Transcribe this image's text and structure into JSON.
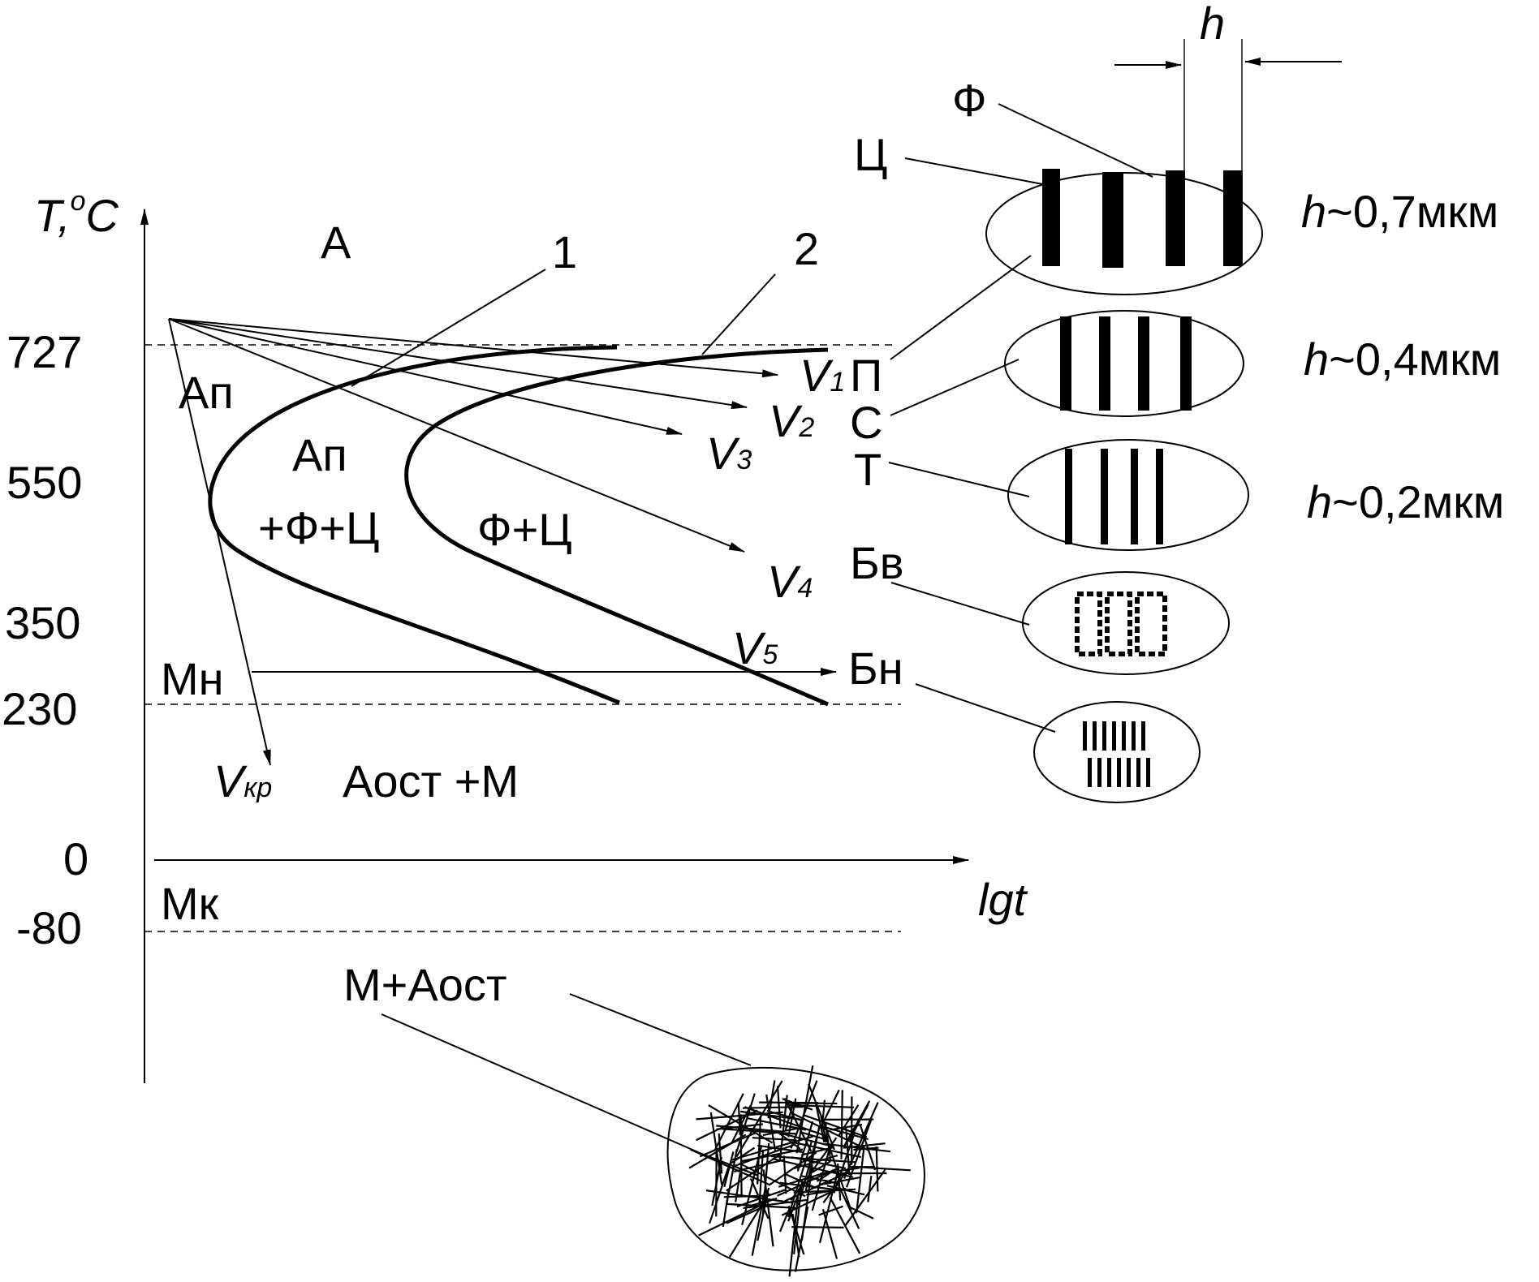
{
  "axes": {
    "y_label": "T,",
    "y_unit_sup": "o",
    "y_unit": "C",
    "x_label": "lgt"
  },
  "temperature_ticks": [
    "727",
    "550",
    "350",
    "230",
    "0",
    "-80"
  ],
  "curves": {
    "start": "1",
    "finish": "2"
  },
  "regions": {
    "austenite": "А",
    "supercooled_austenite": "Ап",
    "mixed_line1": "Ап",
    "mixed_line2": "+Ф+Ц",
    "ferrite_cementite": "Ф+Ц",
    "retained_austenite_martensite": "Аост +М"
  },
  "martensite": {
    "start": "Мн",
    "finish": "Мк",
    "structure_label": "М+Аост"
  },
  "cooling_rates": [
    {
      "symbol": "V",
      "sub": "1"
    },
    {
      "symbol": "V",
      "sub": "2"
    },
    {
      "symbol": "V",
      "sub": "3"
    },
    {
      "symbol": "V",
      "sub": "4"
    },
    {
      "symbol": "V",
      "sub": "5"
    },
    {
      "symbol": "V",
      "sub": "кр"
    }
  ],
  "structures": {
    "pearlite": "П",
    "sorbite": "С",
    "troostite": "Т",
    "upper_bainite": "Бв",
    "lower_bainite": "Бн"
  },
  "phases": {
    "cementite": "Ц",
    "ferrite": "Ф"
  },
  "spacing": {
    "symbol": "h",
    "pearlite": {
      "symbol": "h",
      "value": "~0,7мкм"
    },
    "sorbite": {
      "symbol": "h",
      "value": "~0,4мкм"
    },
    "troostite": {
      "symbol": "h",
      "value": "~0,2мкм"
    }
  }
}
